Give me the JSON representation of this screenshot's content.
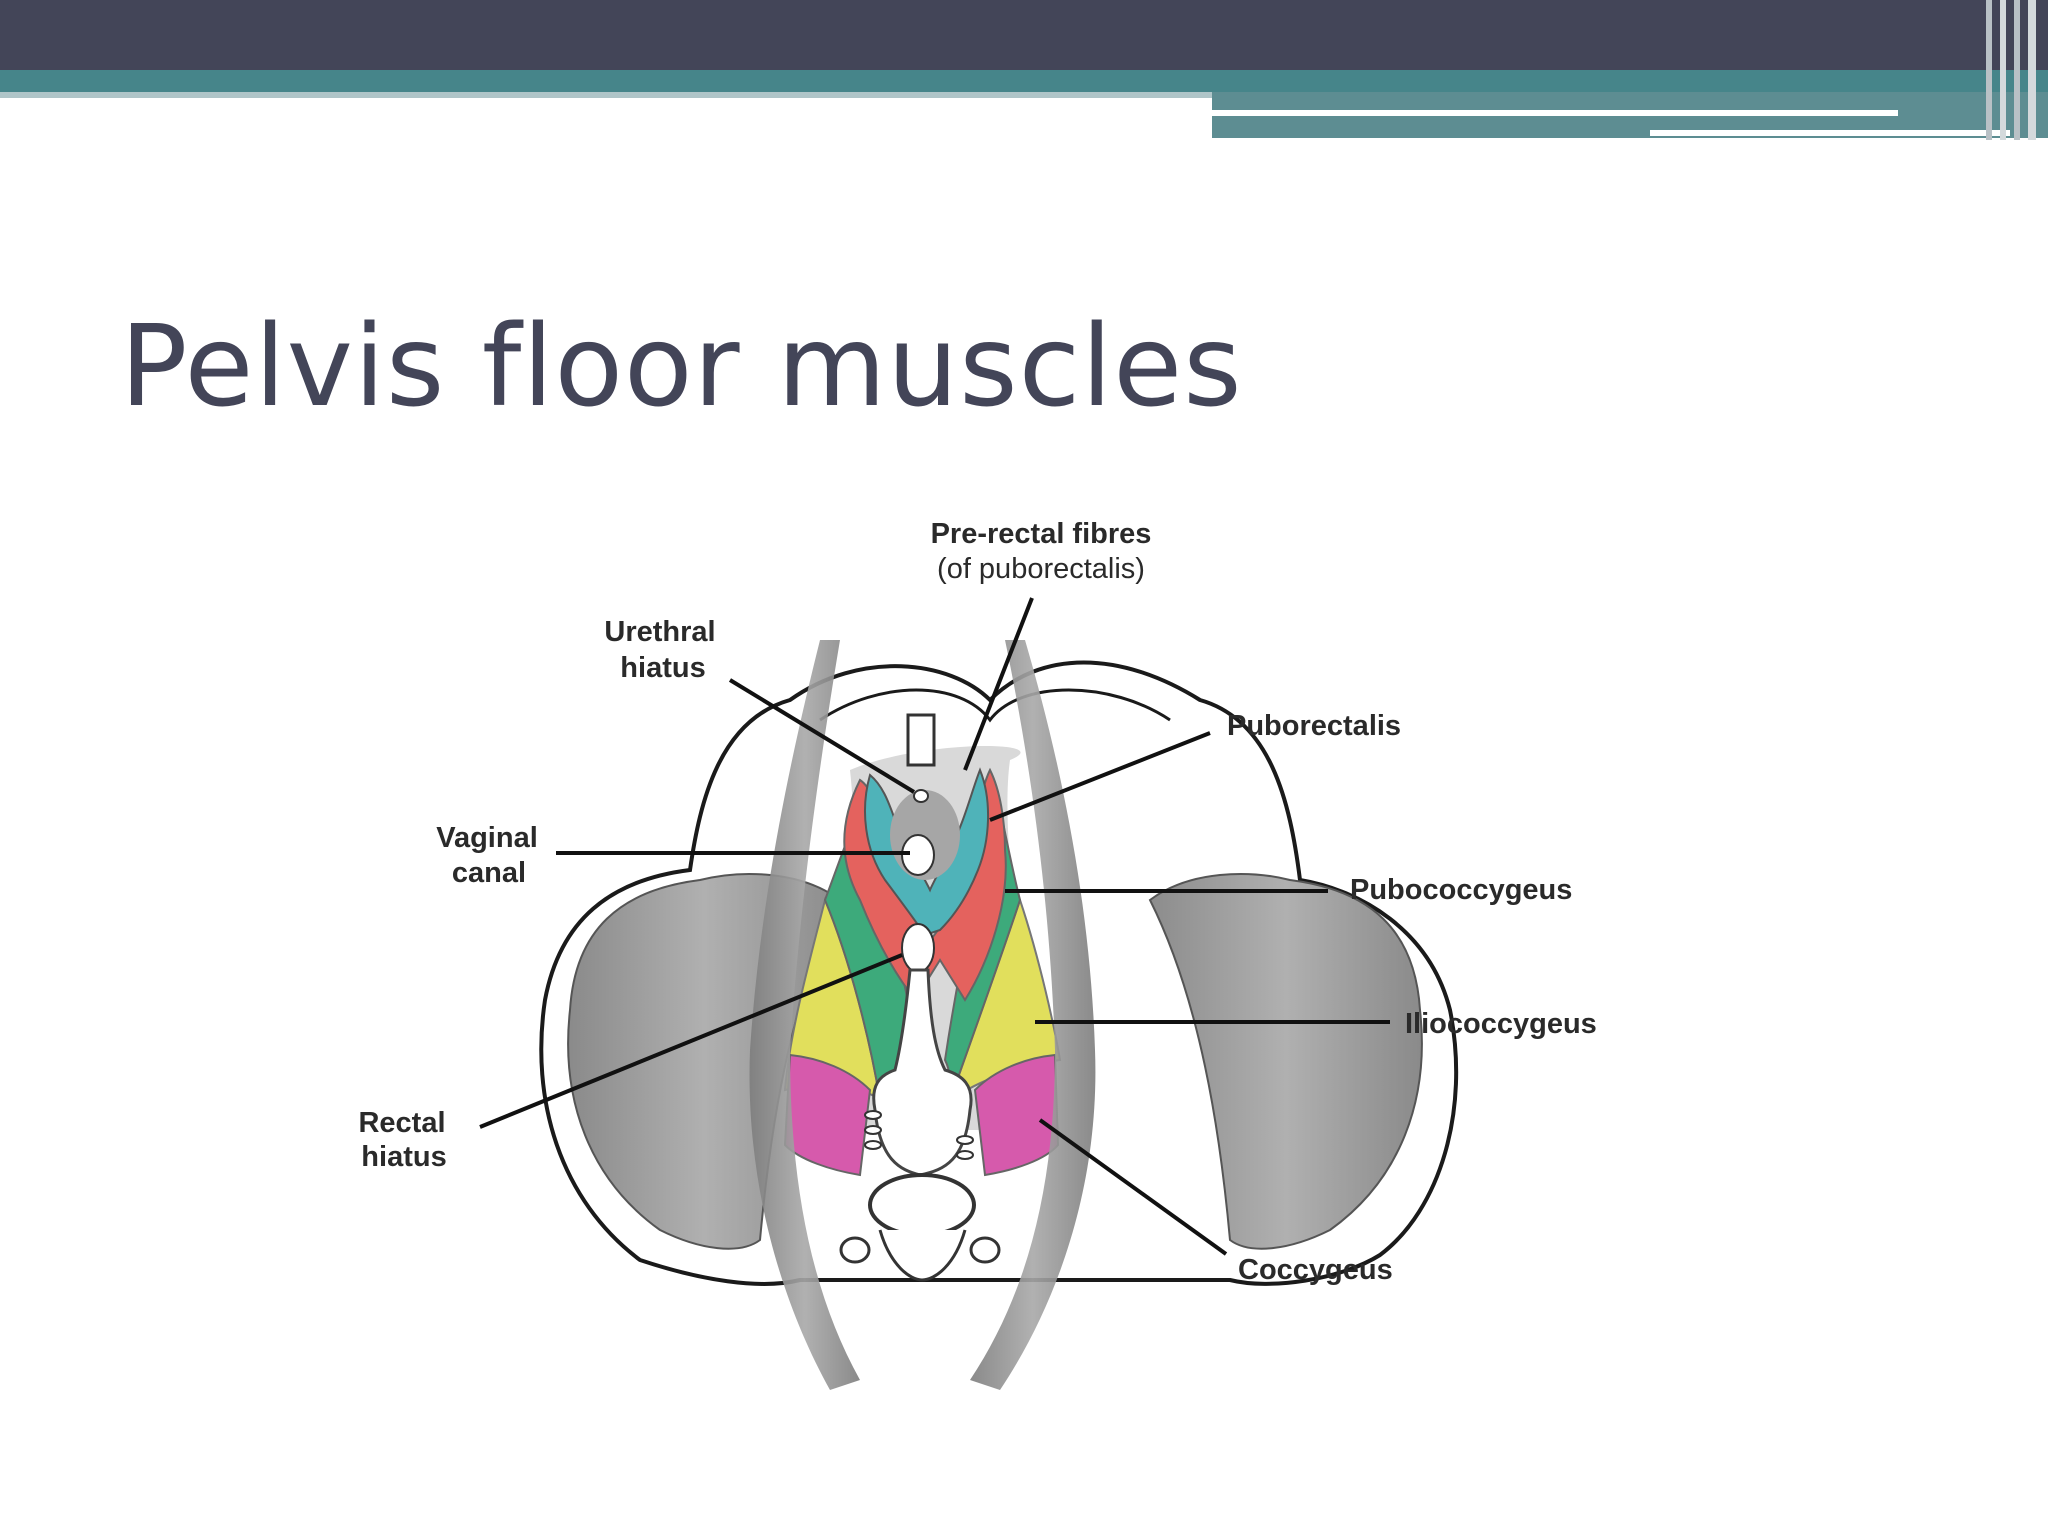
{
  "slide": {
    "title": "Pelvis floor muscles"
  },
  "diagram": {
    "labels": {
      "prerectal": {
        "line1": "Pre-rectal fibres",
        "line2": "(of puborectalis)"
      },
      "urethral": {
        "line1": "Urethral",
        "line2": "hiatus"
      },
      "vaginal": {
        "line1": "Vaginal",
        "line2": "canal"
      },
      "rectal": {
        "line1": "Rectal",
        "line2": "hiatus"
      },
      "puborectalis": "Puborectalis",
      "pubococcygeus": "Pubococcygeus",
      "iliococcygeus": "Iliococcygeus",
      "coccygeus": "Coccygeus"
    },
    "colors": {
      "banner_dark": "#434558",
      "banner_teal": "#46858a",
      "puborectalis": "#e4625e",
      "prerectal_fibres": "#4fb3b9",
      "pubococcygeus": "#3daa7b",
      "iliococcygeus": "#e1df5c",
      "coccygeus": "#d65aac",
      "obturator_muscle": "#9c9c9c"
    }
  }
}
